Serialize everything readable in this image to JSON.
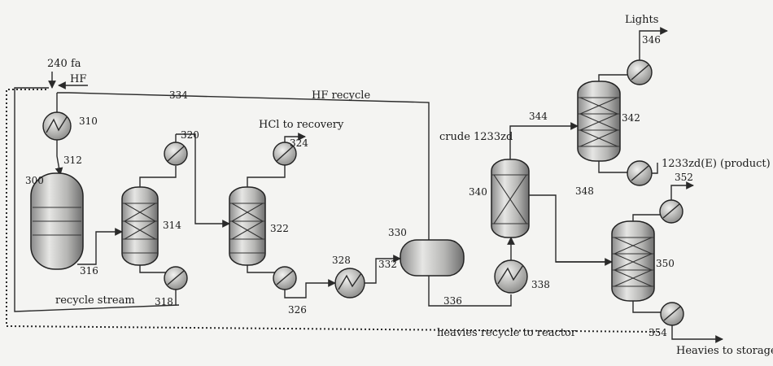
{
  "labels": {
    "feed_240fa": "240 fa",
    "feed_hf": "HF",
    "hf_recycle": "HF recycle",
    "hcl_recovery": "HCl to recovery",
    "crude_1233zd": "crude 1233zd",
    "lights": "Lights",
    "product_stream": "1233zd(E)",
    "product_tag": "(product)",
    "recycle_stream": "recycle stream",
    "heavies_recycle": "heavies recycle to reactor",
    "heavies_storage": "Heavies to storage"
  },
  "numbers": {
    "n300": "300",
    "n310": "310",
    "n312": "312",
    "n314": "314",
    "n316": "316",
    "n318": "318",
    "n320": "320",
    "n322": "322",
    "n324": "324",
    "n326": "326",
    "n328": "328",
    "n330": "330",
    "n332": "332",
    "n334": "334",
    "n336": "336",
    "n338": "338",
    "n340": "340",
    "n342": "342",
    "n344": "344",
    "n346": "346",
    "n348": "348",
    "n350": "350",
    "n352": "352",
    "n354": "354"
  }
}
